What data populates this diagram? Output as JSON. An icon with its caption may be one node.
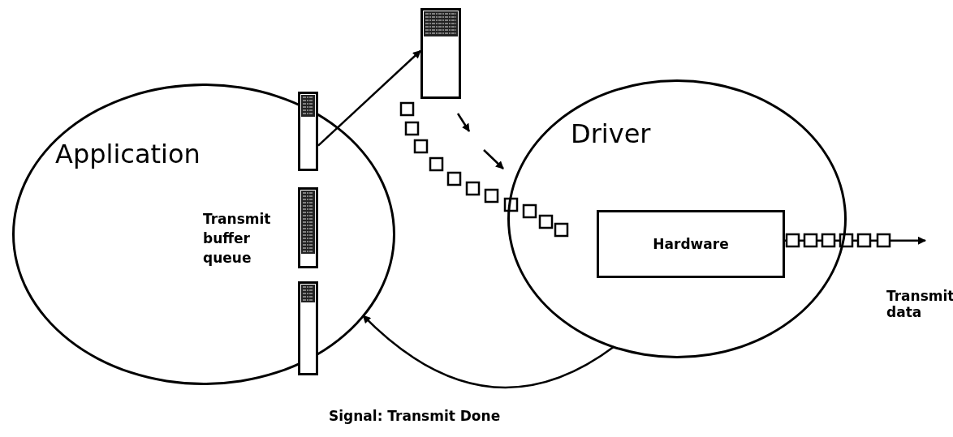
{
  "diagram": {
    "nodes": [
      {
        "text": [
          "Application"
        ]
      },
      {
        "text": [],
        "shape": "box",
        "in": 0
      },
      {
        "text": [],
        "shape": "box",
        "in": 0
      },
      {
        "text": [],
        "shape": "box",
        "in": 0
      },
      {
        "text": [],
        "shape": "box"
      },
      {
        "text": [
          "Driver"
        ]
      },
      {
        "text": [
          "Hardware"
        ],
        "in": 5
      }
    ],
    "edges": [
      {
        "from": 1,
        "to": 4,
        "arrow": "to"
      },
      {
        "from": 5,
        "to": 0,
        "arrow": "to",
        "label": "Signal: Transmit Done"
      },
      {
        "from": 6,
        "to": null,
        "arrow": "to",
        "label": "Transmit data"
      }
    ],
    "labels": [
      "Transmit buffer queue"
    ]
  }
}
